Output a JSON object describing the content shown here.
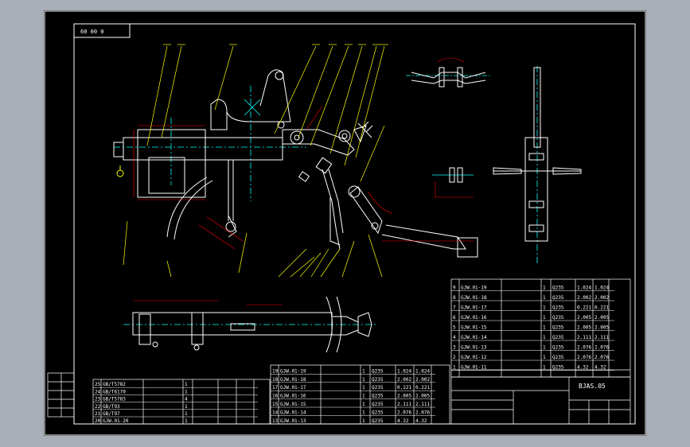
{
  "sheet": {
    "frame_label": "60 00 0",
    "drawing_code": "BJAS.05",
    "colors": {
      "background": "#000000",
      "outer_bg": "#a7aeb8",
      "frame": "#ffffff",
      "leader": "#ffff00",
      "center": "#00ffff",
      "dimension": "#ff0000",
      "table_text": "#ffff00",
      "geometry": "#ffffff"
    }
  },
  "parts_table_right": {
    "rows": [
      [
        "9",
        "GJW.01-19",
        "",
        "1",
        "Q235",
        "1.024",
        "1.024"
      ],
      [
        "8",
        "GJW.01-18",
        "",
        "1",
        "Q235",
        "2.002",
        "2.002"
      ],
      [
        "7",
        "GJW.01-17",
        "",
        "1",
        "Q235",
        "0.221",
        "0.221"
      ],
      [
        "6",
        "GJW.01-16",
        "",
        "1",
        "Q235",
        "2.005",
        "2.005"
      ],
      [
        "5",
        "GJW.01-15",
        "",
        "1",
        "Q235",
        "2.005",
        "2.005"
      ],
      [
        "4",
        "GJW.01-14",
        "",
        "1",
        "Q235",
        "2.111",
        "2.111"
      ],
      [
        "3",
        "GJW.01-13",
        "",
        "1",
        "Q235",
        "2.076",
        "2.076"
      ],
      [
        "2",
        "GJW.01-12",
        "",
        "1",
        "Q235",
        "2.076",
        "2.076"
      ],
      [
        "1",
        "GJW.01-11",
        "",
        "1",
        "Q235",
        "4.32",
        "4.32"
      ]
    ]
  },
  "parts_table_mid": {
    "rows": [
      [
        "19",
        "GJW.01-19",
        "",
        "1",
        "Q235",
        "1.024",
        "1.024"
      ],
      [
        "18",
        "GJW.01-18",
        "",
        "1",
        "Q235",
        "2.002",
        "2.002"
      ],
      [
        "17",
        "GJW.01-17",
        "",
        "1",
        "Q235",
        "0.221",
        "0.221"
      ],
      [
        "16",
        "GJW.01-16",
        "",
        "1",
        "Q235",
        "2.005",
        "2.005"
      ],
      [
        "15",
        "GJW.01-15",
        "",
        "1",
        "Q235",
        "2.111",
        "2.111"
      ],
      [
        "14",
        "GJW.01-14",
        "",
        "1",
        "Q235",
        "2.076",
        "2.076"
      ],
      [
        "13",
        "GJW.01-13",
        "",
        "1",
        "Q235",
        "4.32",
        "4.32"
      ]
    ]
  },
  "parts_table_left": {
    "rows": [
      [
        "25",
        "GB/T5782",
        "",
        "1",
        "",
        "",
        ""
      ],
      [
        "24",
        "GB/T6170",
        "",
        "1",
        "",
        "",
        ""
      ],
      [
        "23",
        "GB/T5783",
        "",
        "4",
        "",
        "",
        ""
      ],
      [
        "22",
        "GB/T93",
        "",
        "1",
        "",
        "",
        ""
      ],
      [
        "21",
        "GB/T97",
        "",
        "1",
        "",
        "",
        ""
      ],
      [
        "20",
        "GJW.01-20",
        "",
        "1",
        "",
        "",
        ""
      ]
    ]
  }
}
